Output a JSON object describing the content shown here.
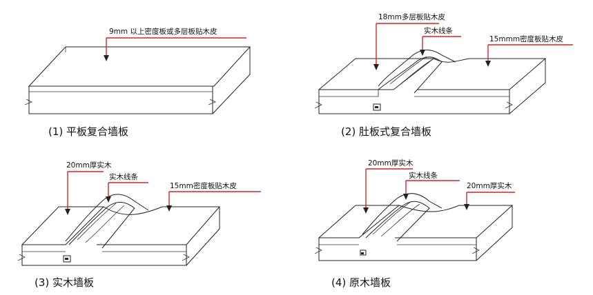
{
  "colors": {
    "leader": "#d4242a",
    "line": "#222222",
    "background": "#ffffff"
  },
  "panels": [
    {
      "caption": "(1)  平板复合墙板",
      "labels": [
        "9mm 以上密度板或多层板贴木皮"
      ]
    },
    {
      "caption": "(2)  肚板式复合墙板",
      "labels": [
        "18mm多层板贴木皮",
        "实木线条",
        "15mmm密度板贴木皮"
      ]
    },
    {
      "caption": "(3)  实木墙板",
      "labels": [
        "20mm厚实木",
        "实木线条",
        "15mm密度板贴木皮"
      ]
    },
    {
      "caption": "(4)  原木墙板",
      "labels": [
        "20mm厚实木",
        "实木线条",
        "20mm厚实木"
      ]
    }
  ]
}
